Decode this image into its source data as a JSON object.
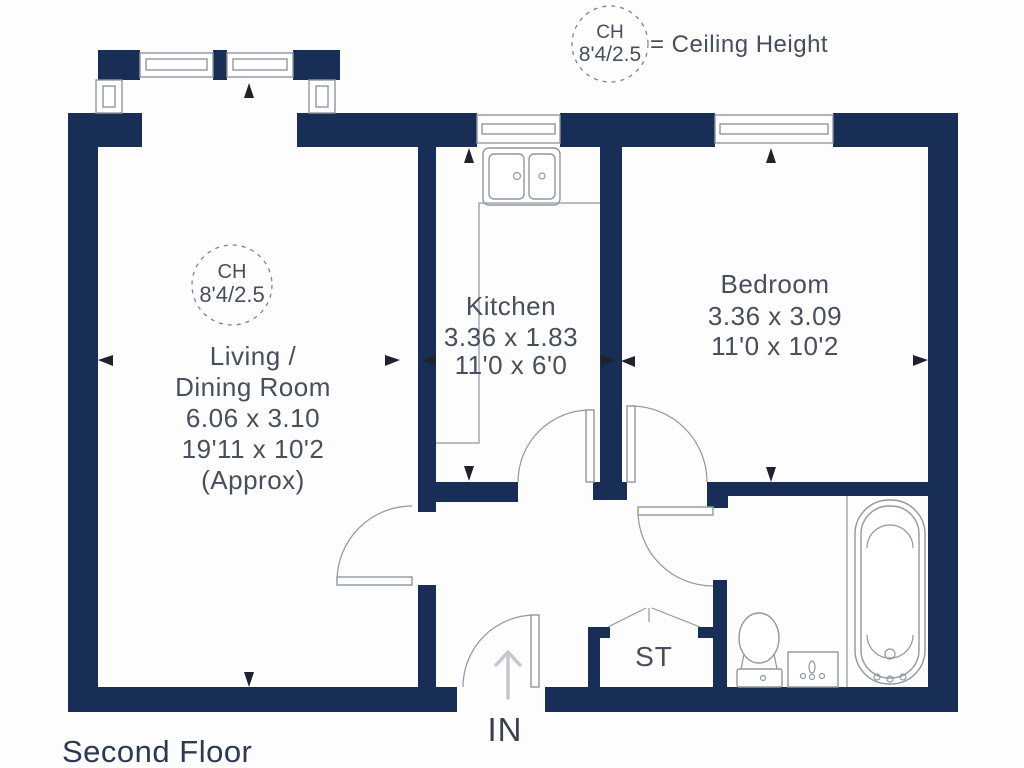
{
  "legend": {
    "ch_abbr": "CH",
    "ch_value": "8'4/2.5",
    "label": "= Ceiling Height"
  },
  "floor_label": "Second Floor",
  "entrance": {
    "label": "IN"
  },
  "rooms": {
    "living": {
      "ch_abbr": "CH",
      "ch_value": "8'4/2.5",
      "lines": [
        "Living /",
        "Dining Room",
        "6.06 x 3.10",
        "19'11 x 10'2",
        "(Approx)"
      ]
    },
    "kitchen": {
      "name": "Kitchen",
      "metric": "3.36 x 1.83",
      "imperial": "11'0 x 6'0"
    },
    "bedroom": {
      "name": "Bedroom",
      "metric": "3.36 x 3.09",
      "imperial": "11'0 x 10'2"
    },
    "storage": {
      "name": "ST"
    }
  },
  "colors": {
    "wall": "#182e56",
    "text": "#474e5c",
    "line": "#9097a0",
    "arrow": "#1d222c",
    "floor_label": "#2d3950",
    "faint": "#c3c7ce"
  }
}
